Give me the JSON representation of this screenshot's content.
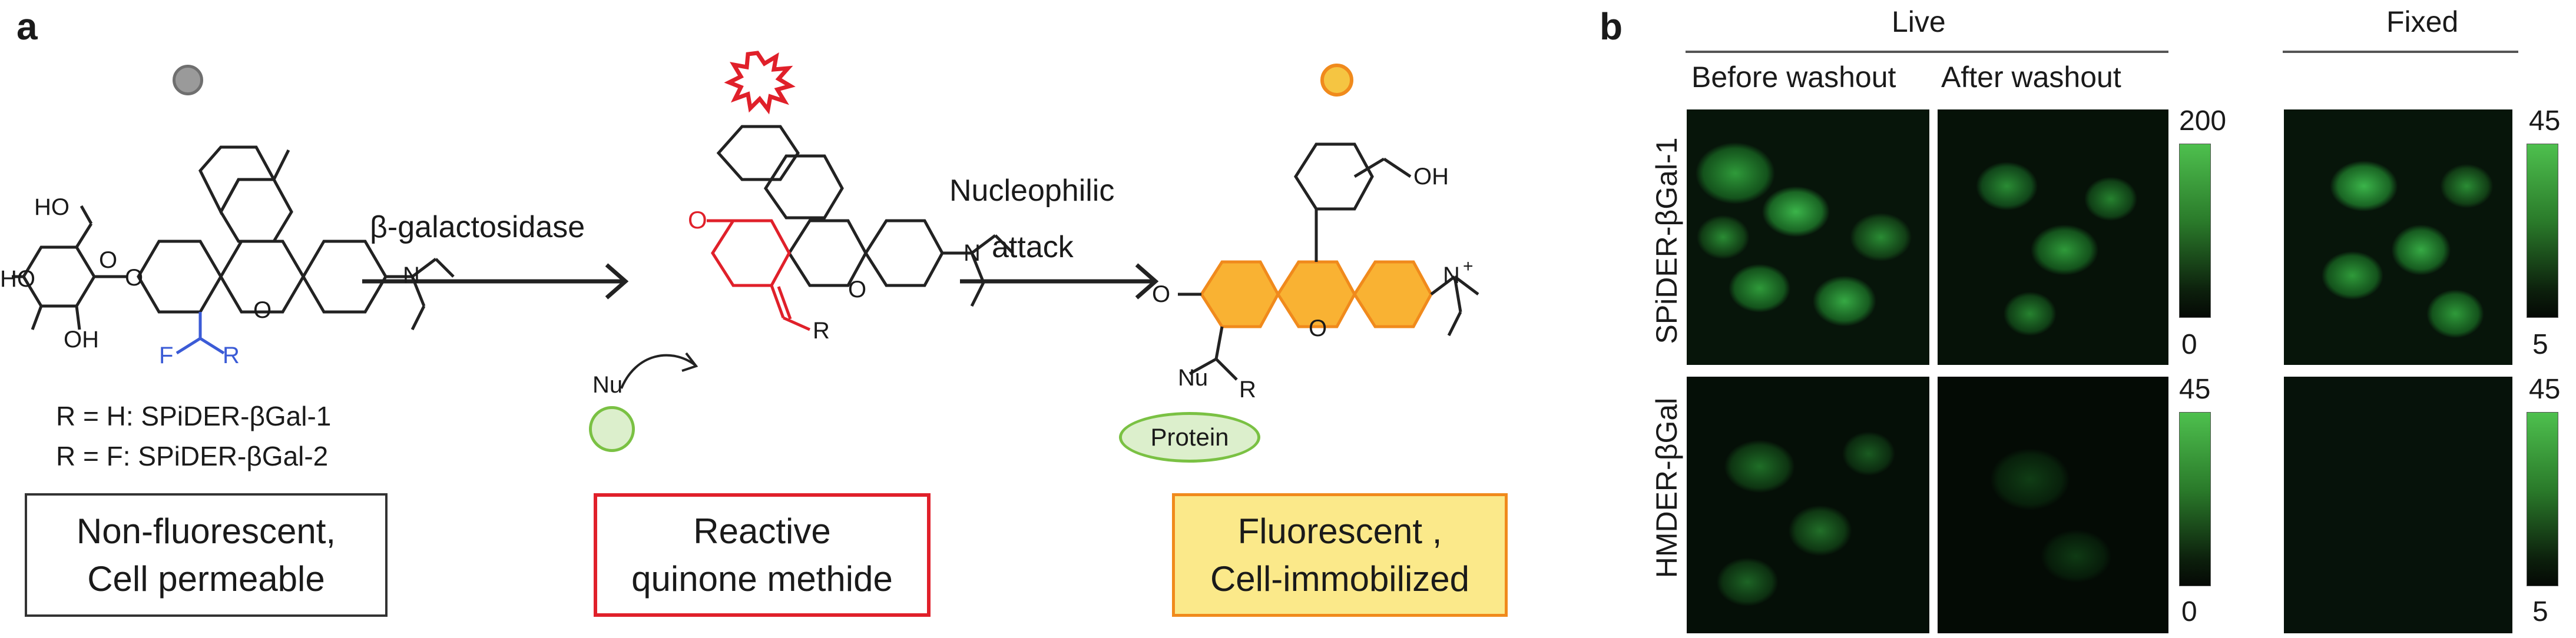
{
  "panel_a": {
    "letter": "a",
    "arrow1_label": "β-galactosidase",
    "arrow2_label_line1": "Nucleophilic",
    "arrow2_label_line2": "attack",
    "r_line1": "R = H: SPiDER-βGal-1",
    "r_line2": "R = F: SPiDER-βGal-2",
    "box1_line1": "Non-fluorescent,",
    "box1_line2": "Cell permeable",
    "box2_line1": "Reactive",
    "box2_line2": "quinone methide",
    "box3_line1": "Fluorescent ,",
    "box3_line2": "Cell-immobilized",
    "protein_label": "Protein",
    "struct_labels": {
      "ho1": "HO",
      "ho2": "HO",
      "oh1": "OH",
      "o_sugar": "O",
      "o_link": "O",
      "o_ring": "O",
      "n1": "N",
      "f": "F",
      "r1": "R",
      "o_q": "O",
      "o_q_ring": "O",
      "n2": "N",
      "r2": "R",
      "nu_minus": "Nu",
      "oh_final": "OH",
      "o_minus": "O",
      "n_plus": "N",
      "nu_final": "Nu",
      "r3": "R",
      "o_f_ring": "O",
      "minus": "−",
      "plus": "+"
    },
    "colors": {
      "grey_dot": "#9a9a9a",
      "red": "#e0202a",
      "orange": "#f5a623",
      "yellow_box": "#fbe98a",
      "green_circle": "#cfe8b8",
      "blue": "#3b5bd6"
    }
  },
  "panel_b": {
    "letter": "b",
    "group_live": "Live",
    "group_fixed": "Fixed",
    "col_before": "Before washout",
    "col_after": "After washout",
    "row1": "SPiDER-βGal-1",
    "row2": "HMDER-βGal",
    "cbar_row1_live_max": "200",
    "cbar_row1_live_min": "0",
    "cbar_row1_fixed_max": "45",
    "cbar_row1_fixed_min": "5",
    "cbar_row2_live_max": "45",
    "cbar_row2_live_min": "0",
    "cbar_row2_fixed_max": "45",
    "cbar_row2_fixed_min": "5",
    "colormap": [
      "#050905",
      "#0c1f0c",
      "#2a7a2a",
      "#4ec04e"
    ]
  }
}
